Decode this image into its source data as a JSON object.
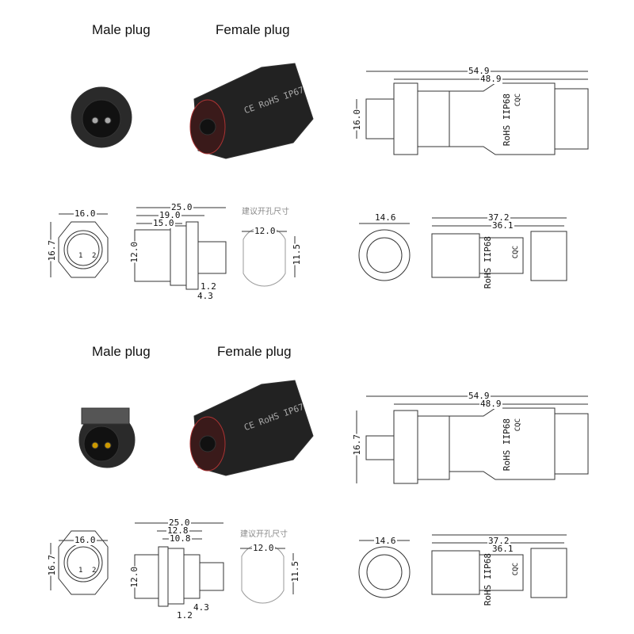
{
  "sections": [
    {
      "male_label": "Male plug",
      "female_label": "Female plug",
      "female_marking": "CE RoHS IP67",
      "side": {
        "overall": "54.9",
        "body": "48.9",
        "height": "16.0",
        "marking": "RoHS IIP68",
        "logo": "CQC"
      },
      "front": {
        "width": "16.0",
        "height": "16.7",
        "pins": [
          "1",
          "2"
        ]
      },
      "profile": {
        "total": "25.0",
        "d1": "19.0",
        "d2": "15.0",
        "thread": "12.0",
        "flange": "1.2",
        "nut": "4.3"
      },
      "cutout": {
        "title": "建议开孔尺寸",
        "width": "12.0",
        "height": "11.5"
      },
      "female_front": {
        "width": "14.6"
      },
      "female_side": {
        "total": "37.2",
        "body": "36.1",
        "marking": "RoHS IIP68",
        "logo": "CQC"
      }
    },
    {
      "male_label": "Male plug",
      "female_label": "Female plug",
      "female_marking": "CE RoHS IP67",
      "side": {
        "overall": "54.9",
        "body": "48.9",
        "height": "16.7",
        "marking": "RoHS IIP68",
        "logo": "CQC"
      },
      "front": {
        "width": "16.0",
        "height": "16.7",
        "pins": [
          "1",
          "2"
        ]
      },
      "profile": {
        "total": "25.0",
        "d1": "12.8",
        "d2": "10.8",
        "thread": "12.0",
        "flange": "1.2",
        "nut": "4.3"
      },
      "cutout": {
        "title": "建议开孔尺寸",
        "width": "12.0",
        "height": "11.5"
      },
      "female_front": {
        "width": "14.6"
      },
      "female_side": {
        "total": "37.2",
        "body": "36.1",
        "marking": "RoHS IIP68",
        "logo": "CQC"
      }
    }
  ]
}
